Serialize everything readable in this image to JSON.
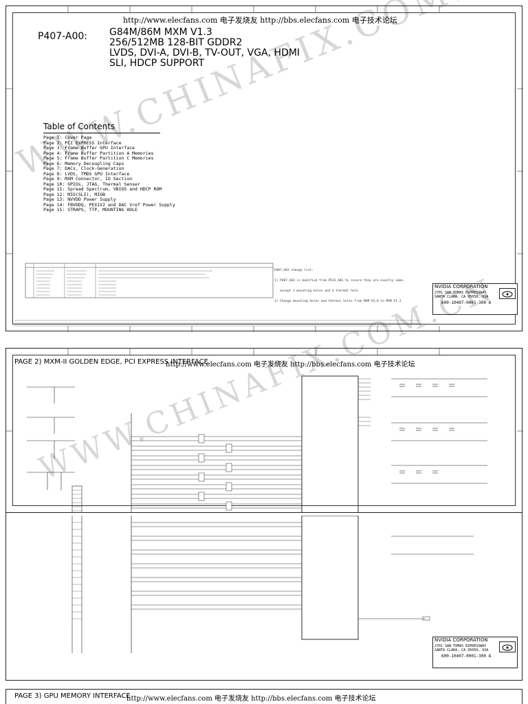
{
  "page1": {
    "url_line": "http://www.elecfans.com 电子发烧友 http://bbs.elecfans.com 电子技术论坛",
    "model": "P407-A00:",
    "spec_lines": [
      "G84M/86M MXM V1.3",
      "256/512MB 128-BIT GDDR2",
      "LVDS, DVI-A, DVI-B, TV-OUT, VGA, HDMI",
      "SLI, HDCP SUPPORT"
    ],
    "toc_title": "Table of Contents",
    "toc": [
      "Page 1: Cover Page",
      "Page 2: PCI EXPRESS Interface",
      "Page 3: Frame Buffer GPU Interface",
      "Page 4: Frame Buffer Partition A Memories",
      "Page 5: Frame Buffer Partition C Memories",
      "Page 6: Memory Decoupling Caps",
      "Page 7: DACs, Clock-Generation",
      "Page 8: LVDS, TMDS GPU Interface",
      "Page 9: MXM Connector, IO Section",
      "Page 10: GPIOs, JTAG, Thermal Senser",
      "Page 11: Spread Spectrum, VBIOS and HDCP ROM",
      "Page 12: MIO(SLI), MIOB",
      "Page 13: NVVDD Power Supply",
      "Page 14: FBVDDQ, PEX1V2 and DAC Vref Power Supply",
      "Page 15: STRAPS, TTP, MOUNTING HOLE"
    ],
    "change_list": [
      "P407_A03 change list:",
      "1) P407_A03 is modified from P533_A01 to insure they are exactly same,",
      "   except 2 mounting holes and 4 thermal hole",
      "2) Change mounting holes and thermal holes from MXM V2.0 to MXM V1.3"
    ],
    "watermark": "WWW.CHINAFIX.COM.CN",
    "title_block": {
      "corp": "NVIDIA CORPORATION",
      "address1": "2701 SAN TOMAS EXPRESSWAY",
      "address2": "SANTA CLARA, CA 95050, USA",
      "doc_no": "600-10407-0001-300 A"
    }
  },
  "page2": {
    "title": "PAGE 2) MXM-II GOLDEN EDGE, PCI EXPRESS INTERFACE",
    "url_line": "http://www.elecfans.com 电子发烧友 http://bbs.elecfans.com 电子技术论坛",
    "watermark": "WWW.CHINAFIX.COM.CN",
    "title_block": {
      "corp": "NVIDIA CORPORATION",
      "address1": "2701 SAN TOMAS EXPRESSWAY",
      "address2": "SANTA CLARA, CA 95050, USA",
      "doc_no": "600-10407-0001-300 A"
    }
  },
  "page3": {
    "title": "PAGE 3) GPU MEMORY INTERFACE",
    "url_line": "http://www.elecfans.com 电子发烧友 http://bbs.elecfans.com 电子技术论坛"
  }
}
